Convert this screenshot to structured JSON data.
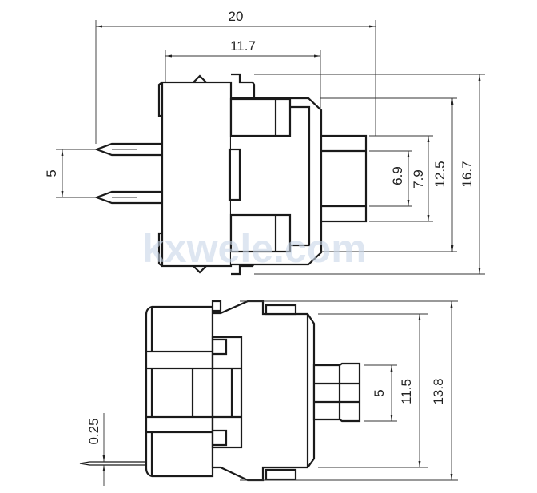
{
  "watermark": "kxwele.com",
  "top_view": {
    "dimensions": {
      "overall_length": "20",
      "body_length": "11.7",
      "pin_pitch": "5",
      "plunger_inner": "6.9",
      "plunger_outer": "7.9",
      "frame_height": "12.5",
      "overall_height": "16.7"
    }
  },
  "side_view": {
    "dimensions": {
      "pin_thickness": "0.25",
      "plunger_width": "5",
      "frame_width": "11.5",
      "overall_width": "13.8"
    }
  }
}
